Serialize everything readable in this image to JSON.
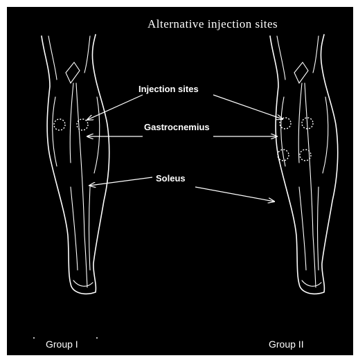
{
  "title": "Alternative injection sites",
  "labels": {
    "injection_sites": "Injection sites",
    "gastrocnemius": "Gastrocnemius",
    "soleus": "Soleus"
  },
  "groups": {
    "group_1": "Group I",
    "group_2": "Group II"
  },
  "colors": {
    "background": "#000000",
    "foreground": "#ffffff"
  }
}
